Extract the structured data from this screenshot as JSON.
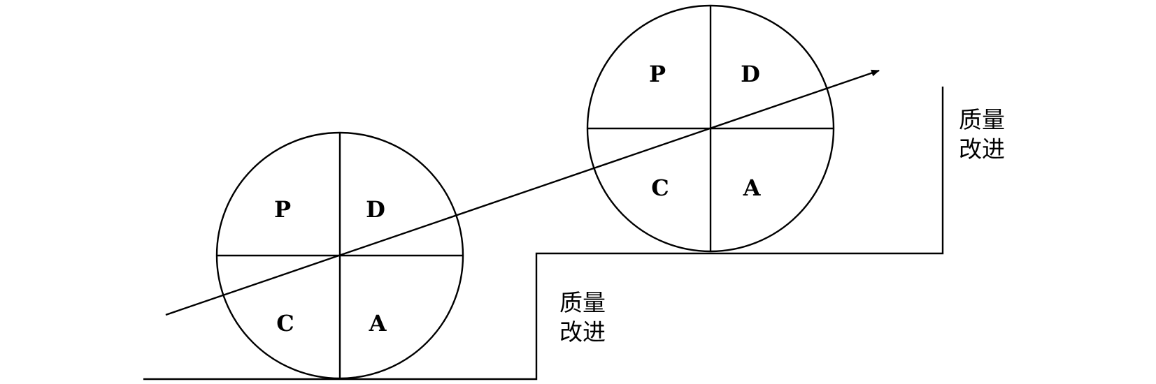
{
  "diagram": {
    "step_lower_label": {
      "line1": "质量",
      "line2": "改进"
    },
    "step_upper_label": {
      "line1": "质量",
      "line2": "改进"
    },
    "lower_wheel": {
      "top_left": "P",
      "top_right": "D",
      "bottom_left": "C",
      "bottom_right": "A"
    },
    "upper_wheel": {
      "top_left": "P",
      "top_right": "D",
      "bottom_left": "C",
      "bottom_right": "A"
    },
    "colors": {
      "line": "#000000",
      "background": "#ffffff"
    }
  }
}
